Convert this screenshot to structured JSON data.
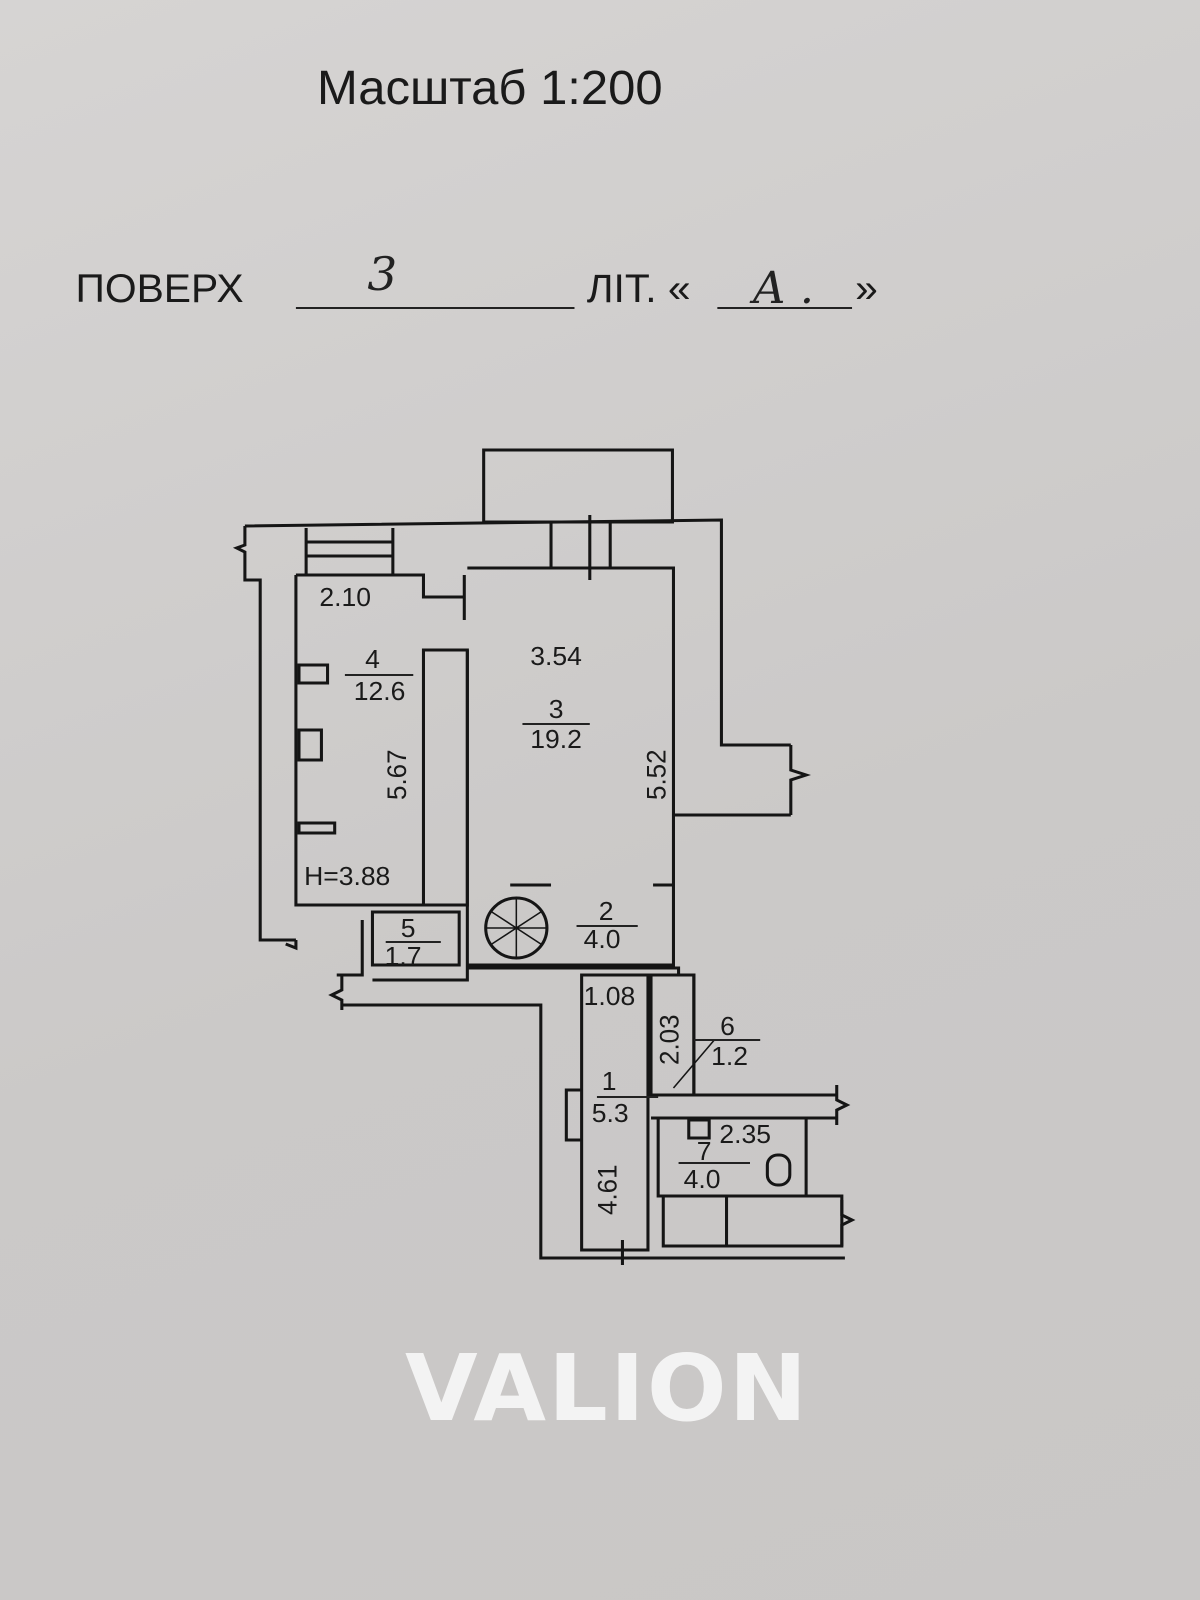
{
  "header": {
    "scale_label": "Масштаб 1:200",
    "floor_label": "ПОВЕРХ",
    "floor_value": "3",
    "letter_label": "ЛІТ. «",
    "letter_value": "A .",
    "letter_close": "»"
  },
  "plan": {
    "rooms": [
      {
        "number": "1",
        "area": "5.3"
      },
      {
        "number": "2",
        "area": "4.0"
      },
      {
        "number": "3",
        "area": "19.2"
      },
      {
        "number": "4",
        "area": "12.6"
      },
      {
        "number": "5",
        "area": "1.7"
      },
      {
        "number": "6",
        "area": "1.2"
      },
      {
        "number": "7",
        "area": "4.0"
      }
    ],
    "dimensions": {
      "room4_width": "2.10",
      "room4_length": "5.67",
      "room3_width": "3.54",
      "room3_length": "5.52",
      "ceiling_height": "H=3.88",
      "room1_width": "1.08",
      "room1_length": "4.61",
      "room6_length": "2.03",
      "room7_width": "2.35"
    }
  },
  "watermark": "VALION"
}
